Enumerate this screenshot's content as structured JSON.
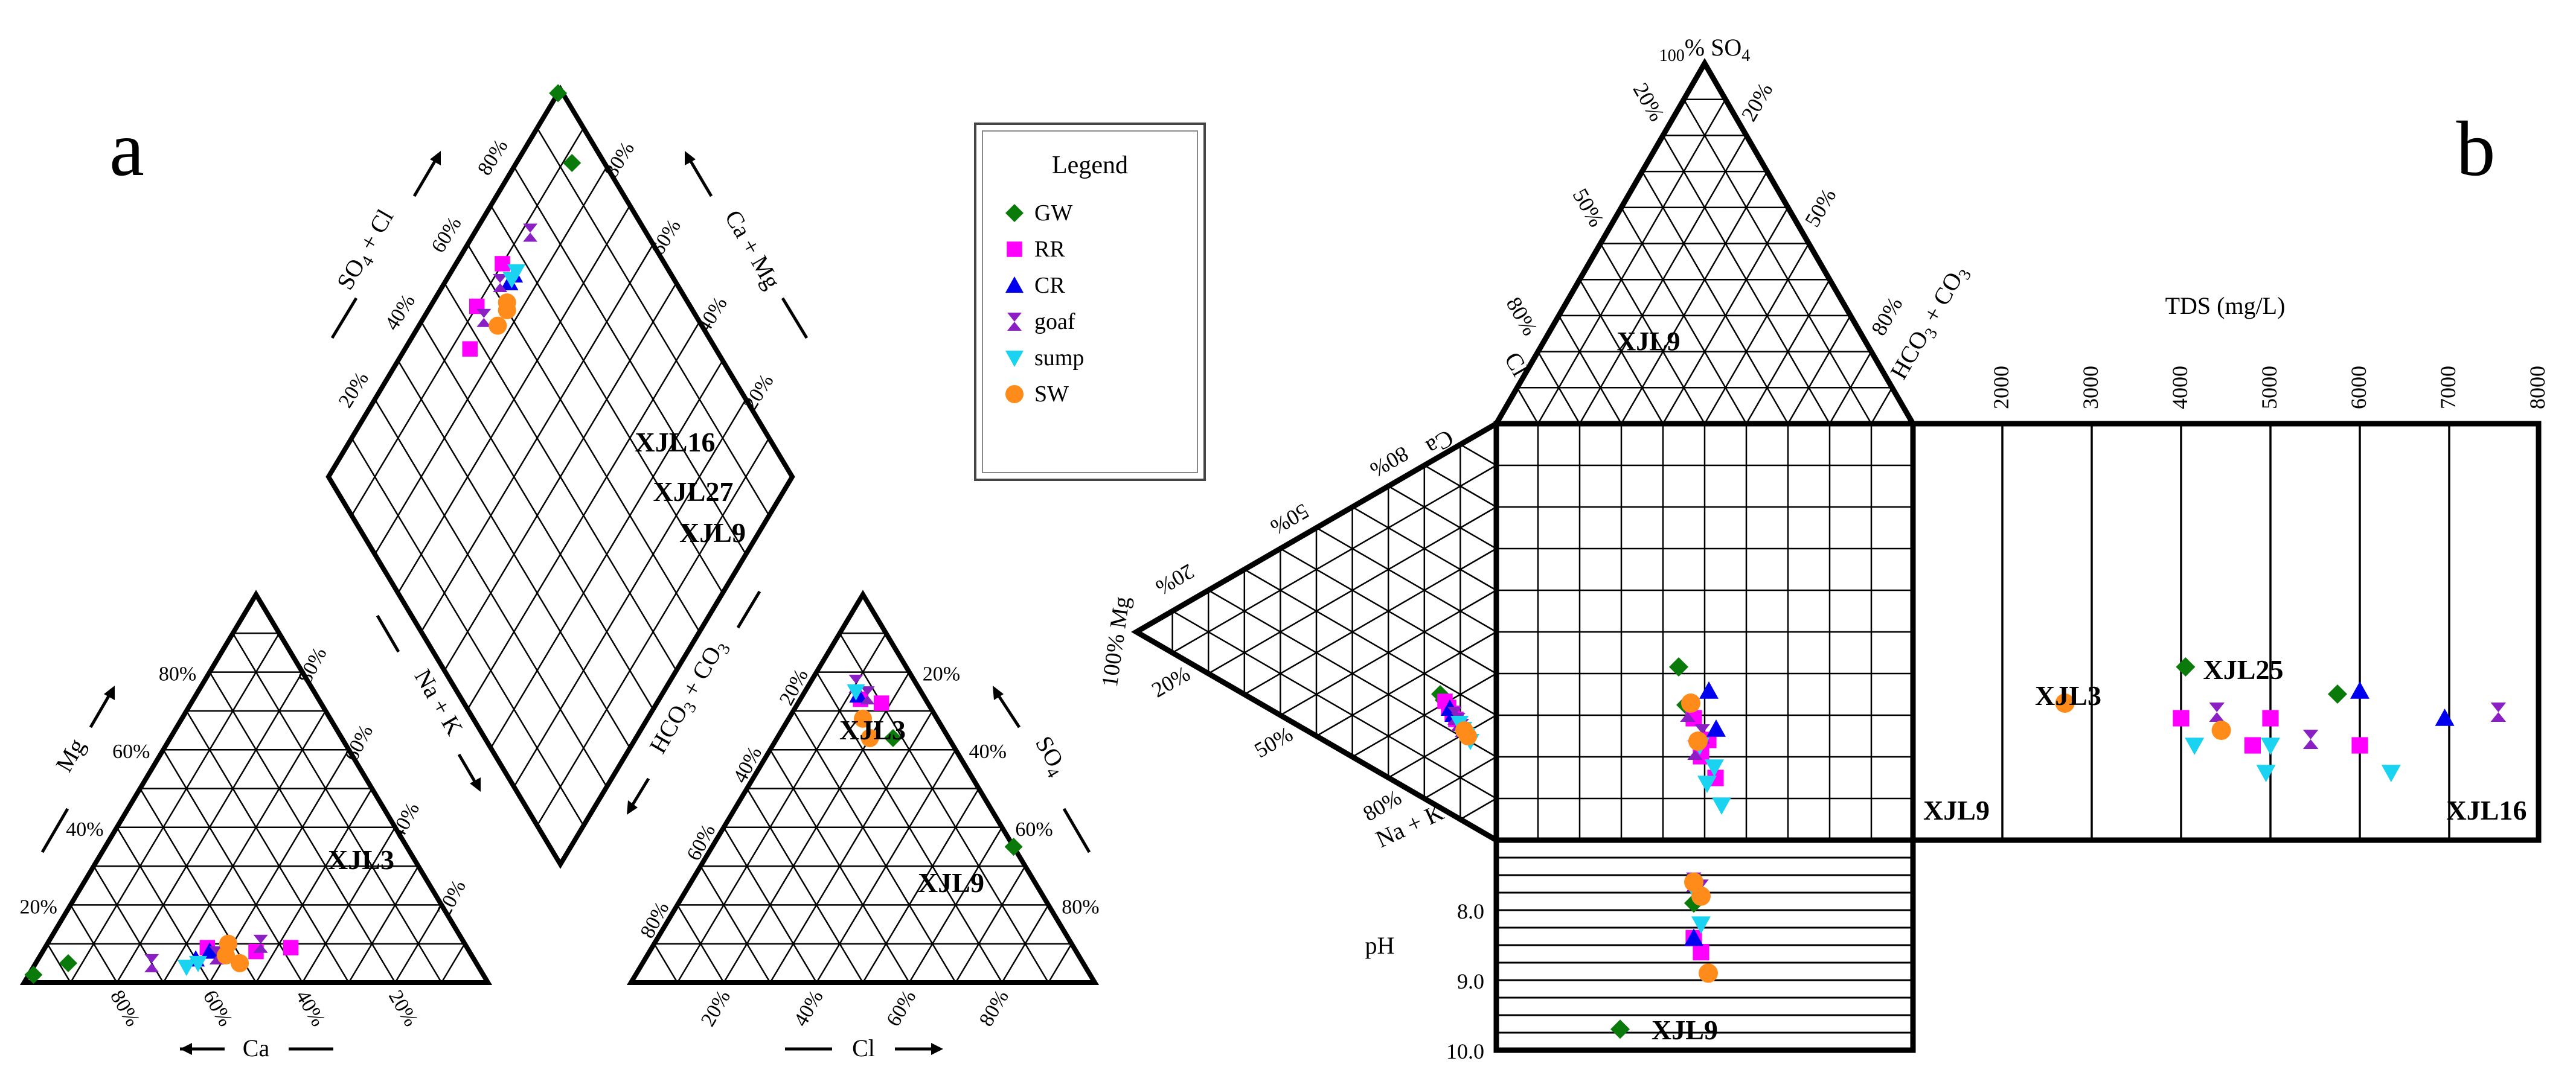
{
  "panels": {
    "a": {
      "label": "a"
    },
    "b": {
      "label": "b"
    }
  },
  "legend": {
    "title": "Legend",
    "entries": [
      {
        "name": "GW",
        "marker": "diamond",
        "color": "#0a7a0a"
      },
      {
        "name": "RR",
        "marker": "square",
        "color": "#ff00ff"
      },
      {
        "name": "CR",
        "marker": "triangle",
        "color": "#0000ee"
      },
      {
        "name": "goaf",
        "marker": "hourglass",
        "color": "#8a1fc4"
      },
      {
        "name": "sump",
        "marker": "tri-down",
        "color": "#19d3f0"
      },
      {
        "name": "SW",
        "marker": "circle",
        "color": "#ff8c1a"
      }
    ]
  },
  "piper": {
    "cation": {
      "xlabel": "Ca",
      "ylabel": "Mg",
      "ticks_left": [
        "20%",
        "40%",
        "60%",
        "80%"
      ],
      "ticks_right": [
        "20%",
        "40%",
        "60%",
        "80%"
      ],
      "ticks_bottom": [
        "80%",
        "60%",
        "40%",
        "20%"
      ]
    },
    "anion": {
      "xlabel": "Cl",
      "ylabel": "SO4",
      "ticks_left": [
        "80%",
        "60%",
        "40%",
        "20%"
      ],
      "ticks_right": [
        "80%",
        "60%",
        "40%",
        "20%"
      ],
      "ticks_bottom": [
        "20%",
        "40%",
        "60%",
        "80%"
      ]
    },
    "diamond": {
      "label_top_left": "SO4 + Cl",
      "label_top_right": "Ca + Mg",
      "label_bottom_left": "Na + K",
      "label_bottom_right": "HCO3 + CO3",
      "ticks_upper_left": [
        "20%",
        "40%",
        "60%",
        "80%"
      ],
      "ticks_upper_right": [
        "80%",
        "60%",
        "40%",
        "20%"
      ]
    }
  },
  "durov": {
    "anion_top": "100% SO4",
    "anion_right": "HCO3 + CO3",
    "anion_left": "Cl",
    "cation_apex": "100% Mg",
    "cation_top": "Ca",
    "cation_bottom": "Na + K",
    "tds_label": "TDS (mg/L)",
    "ph_label": "pH",
    "tds_ticks": [
      "2000",
      "3000",
      "4000",
      "5000",
      "6000",
      "7000",
      "8000"
    ],
    "ph_ticks": [
      "8.0",
      "9.0",
      "10.0"
    ],
    "pct_ticks": [
      "20%",
      "50%",
      "80%"
    ]
  },
  "chart_data": [
    {
      "type": "scatter",
      "title": "",
      "subtitle": "Piper trilinear diagram (panel a)",
      "series": [
        {
          "name": "GW",
          "cation_points": [
            [
              97,
              2
            ],
            [
              88,
              5
            ]
          ],
          "anion_points": [
            [
              65,
              35
            ],
            [
              25,
              63
            ]
          ]
        },
        {
          "name": "RR",
          "cation_points": [
            [
              38,
              9
            ],
            [
              46,
              8
            ],
            [
              56,
              9
            ]
          ],
          "anion_points": [
            [
              13,
              73
            ],
            [
              18,
              72
            ]
          ]
        },
        {
          "name": "CR",
          "cation_points": [
            [
              56,
              8
            ],
            [
              60,
              6
            ]
          ],
          "anion_points": [
            [
              12,
              74
            ]
          ]
        },
        {
          "name": "goaf",
          "cation_points": [
            [
              44,
              10
            ],
            [
              55,
              7
            ],
            [
              70,
              5
            ]
          ],
          "anion_points": [
            [
              10,
              77
            ],
            [
              14,
              74
            ]
          ]
        },
        {
          "name": "sump",
          "cation_points": [
            [
              60,
              5
            ],
            [
              63,
              4
            ]
          ],
          "anion_points": [
            [
              11,
              75
            ]
          ]
        },
        {
          "name": "SW",
          "cation_points": [
            [
              51,
              10
            ],
            [
              51,
              5
            ],
            [
              53,
              7
            ]
          ],
          "anion_points": [
            [
              16,
              68
            ],
            [
              20,
              63
            ]
          ]
        }
      ],
      "annotations": [
        {
          "text": "XJL3",
          "panel": "cation"
        },
        {
          "text": "XJL3",
          "panel": "anion"
        },
        {
          "text": "XJL9",
          "panel": "anion"
        },
        {
          "text": "XJL16",
          "panel": "diamond"
        },
        {
          "text": "XJL27",
          "panel": "diamond"
        },
        {
          "text": "XJL9",
          "panel": "diamond"
        }
      ]
    },
    {
      "type": "scatter",
      "title": "",
      "subtitle": "Durov diagram (panel b)",
      "tds_range": [
        1000,
        8000
      ],
      "ph_range": [
        7.0,
        10.0
      ],
      "series": [
        {
          "name": "GW",
          "tds": [
            4050,
            5750
          ],
          "ph": [
            7.9,
            9.7
          ]
        },
        {
          "name": "RR",
          "tds": [
            4000,
            4800,
            5000,
            6000
          ],
          "ph": [
            8.4,
            8.6
          ]
        },
        {
          "name": "CR",
          "tds": [
            6000,
            6950
          ],
          "ph": [
            8.4
          ]
        },
        {
          "name": "goaf",
          "tds": [
            4400,
            5450,
            7550
          ],
          "ph": [
            7.6,
            7.7
          ]
        },
        {
          "name": "sump",
          "tds": [
            4150,
            4950,
            5000,
            6350
          ],
          "ph": [
            7.7,
            8.2
          ]
        },
        {
          "name": "SW",
          "tds": [
            2700,
            4450
          ],
          "ph": [
            7.6,
            7.8,
            8.9
          ]
        }
      ],
      "annotations": [
        {
          "text": "XJL9"
        },
        {
          "text": "XJL3"
        },
        {
          "text": "XJL25"
        },
        {
          "text": "XJL9"
        },
        {
          "text": "XJL16"
        },
        {
          "text": "XJL9"
        }
      ]
    }
  ]
}
